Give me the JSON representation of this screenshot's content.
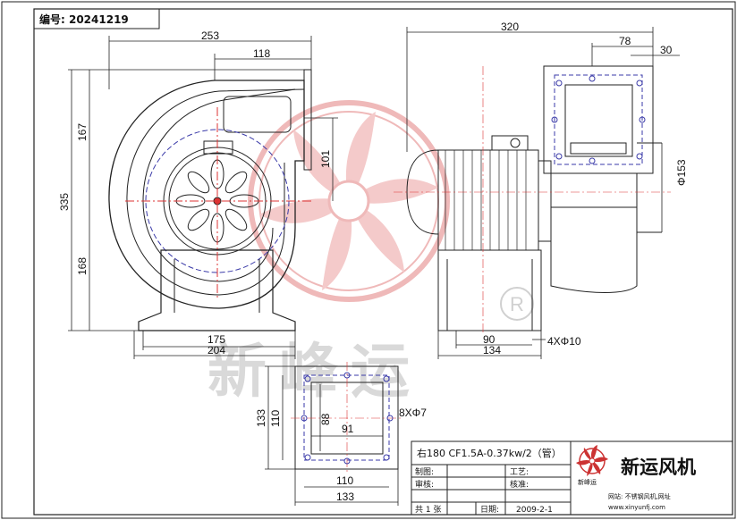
{
  "header": {
    "serial_label": "编号: 20241219"
  },
  "dimensions": {
    "d253": "253",
    "d118": "118",
    "d167": "167",
    "d335": "335",
    "d168": "168",
    "d101": "101",
    "d175": "175",
    "d204": "204",
    "d320": "320",
    "d78": "78",
    "d30": "30",
    "d153": "Φ153",
    "d90": "90",
    "d134": "134",
    "holes4": "4XΦ10",
    "d133v": "133",
    "d110v": "110",
    "d88": "88",
    "d91": "91",
    "holes8": "8XΦ7",
    "d110h": "110",
    "d133h": "133"
  },
  "watermark": {
    "text": "新峰运",
    "registered": "R"
  },
  "title_block": {
    "model": "右180 CF1.5A-0.37kw/2（管）",
    "label_draw": "制图:",
    "label_craft": "工艺:",
    "label_review": "审核:",
    "label_check": "核准:",
    "label_page": "共 1 张",
    "label_date": "日期:",
    "date": "2009-2-1",
    "company": "新运风机",
    "logo_text": "新峰运",
    "website": "网站: 不锈钢风机,网址",
    "url": "www.xinyunfj.com"
  }
}
